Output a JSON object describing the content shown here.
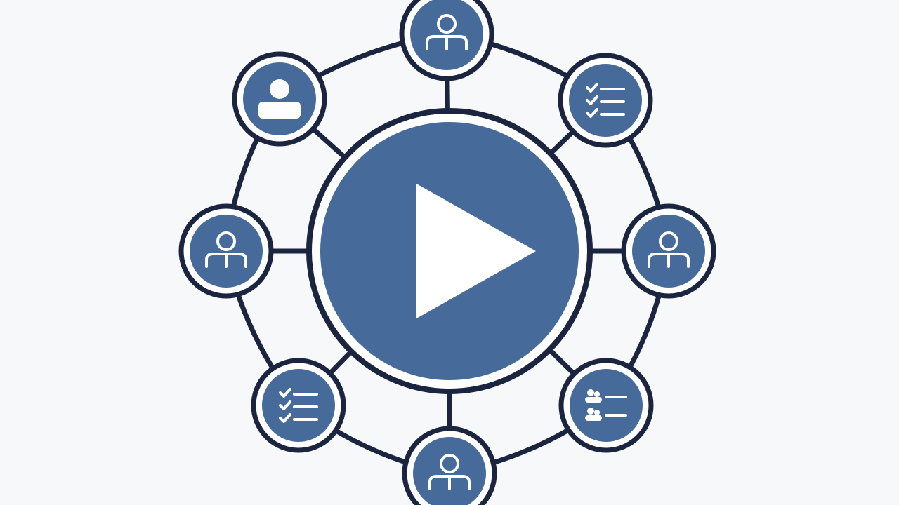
{
  "colors": {
    "background": "#f6f8fa",
    "outline": "#1c2540",
    "fill": "#466a9a",
    "glyph": "#ffffff"
  },
  "center": {
    "icon": "play-icon",
    "interactable": true
  },
  "nodes": [
    {
      "id": "top",
      "icon": "person-tie-icon"
    },
    {
      "id": "top-right",
      "icon": "checklist-icon"
    },
    {
      "id": "right",
      "icon": "person-tie-icon"
    },
    {
      "id": "bottom-right",
      "icon": "people-list-icon"
    },
    {
      "id": "bottom",
      "icon": "person-tie-icon"
    },
    {
      "id": "bottom-left",
      "icon": "checklist-icon"
    },
    {
      "id": "left",
      "icon": "person-tie-icon"
    },
    {
      "id": "top-left",
      "icon": "user-avatar-icon"
    }
  ]
}
